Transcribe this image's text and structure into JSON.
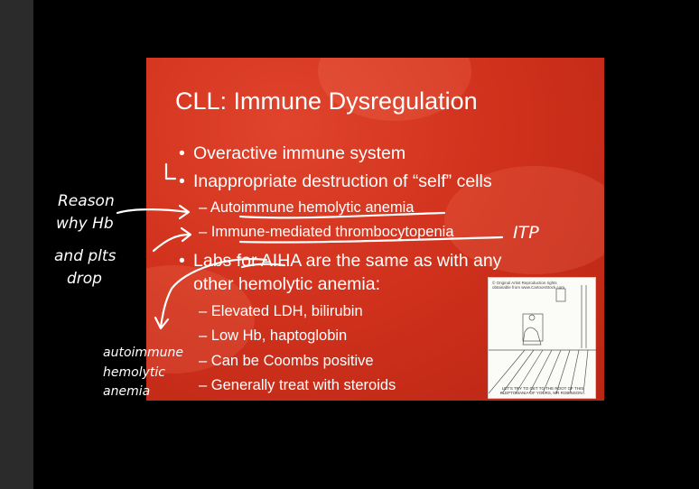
{
  "slide": {
    "title": "CLL: Immune Dysregulation",
    "bullets": [
      {
        "text": "Overactive immune system"
      },
      {
        "text": "Inappropriate destruction of “self” cells"
      }
    ],
    "subbullets_a": [
      "Autoimmune hemolytic anemia",
      "Immune-mediated thrombocytopenia"
    ],
    "bullet3_line1": "Labs for AIHA are the same as with any",
    "bullet3_line2": "other hemolytic anemia:",
    "subbullets_b": [
      "Elevated LDH, bilirubin",
      "Low Hb, haptoglobin",
      "Can be Coombs positive",
      "Generally treat with steroids"
    ],
    "bullet_glyph": "•",
    "dash_glyph": "–",
    "cartoon": {
      "meta": "© Original Artist Reproduction rights obtainable from www.CartoonStock.com",
      "caption": "LET'S TRY TO GET TO THE ROOT OF THIS KLEPTOMANIA OF YOURS, MR ROBINSON..."
    }
  },
  "annotations": {
    "reason": [
      "Reason",
      "why Hb",
      "and plts",
      "drop"
    ],
    "itp": "ITP",
    "aiha": [
      "autoimmune",
      "hemolytic",
      "anemia"
    ]
  },
  "colors": {
    "slide_red": "#d1321d",
    "background": "#000000",
    "left_bar": "#2b2b2b",
    "ink": "#ffffff"
  }
}
